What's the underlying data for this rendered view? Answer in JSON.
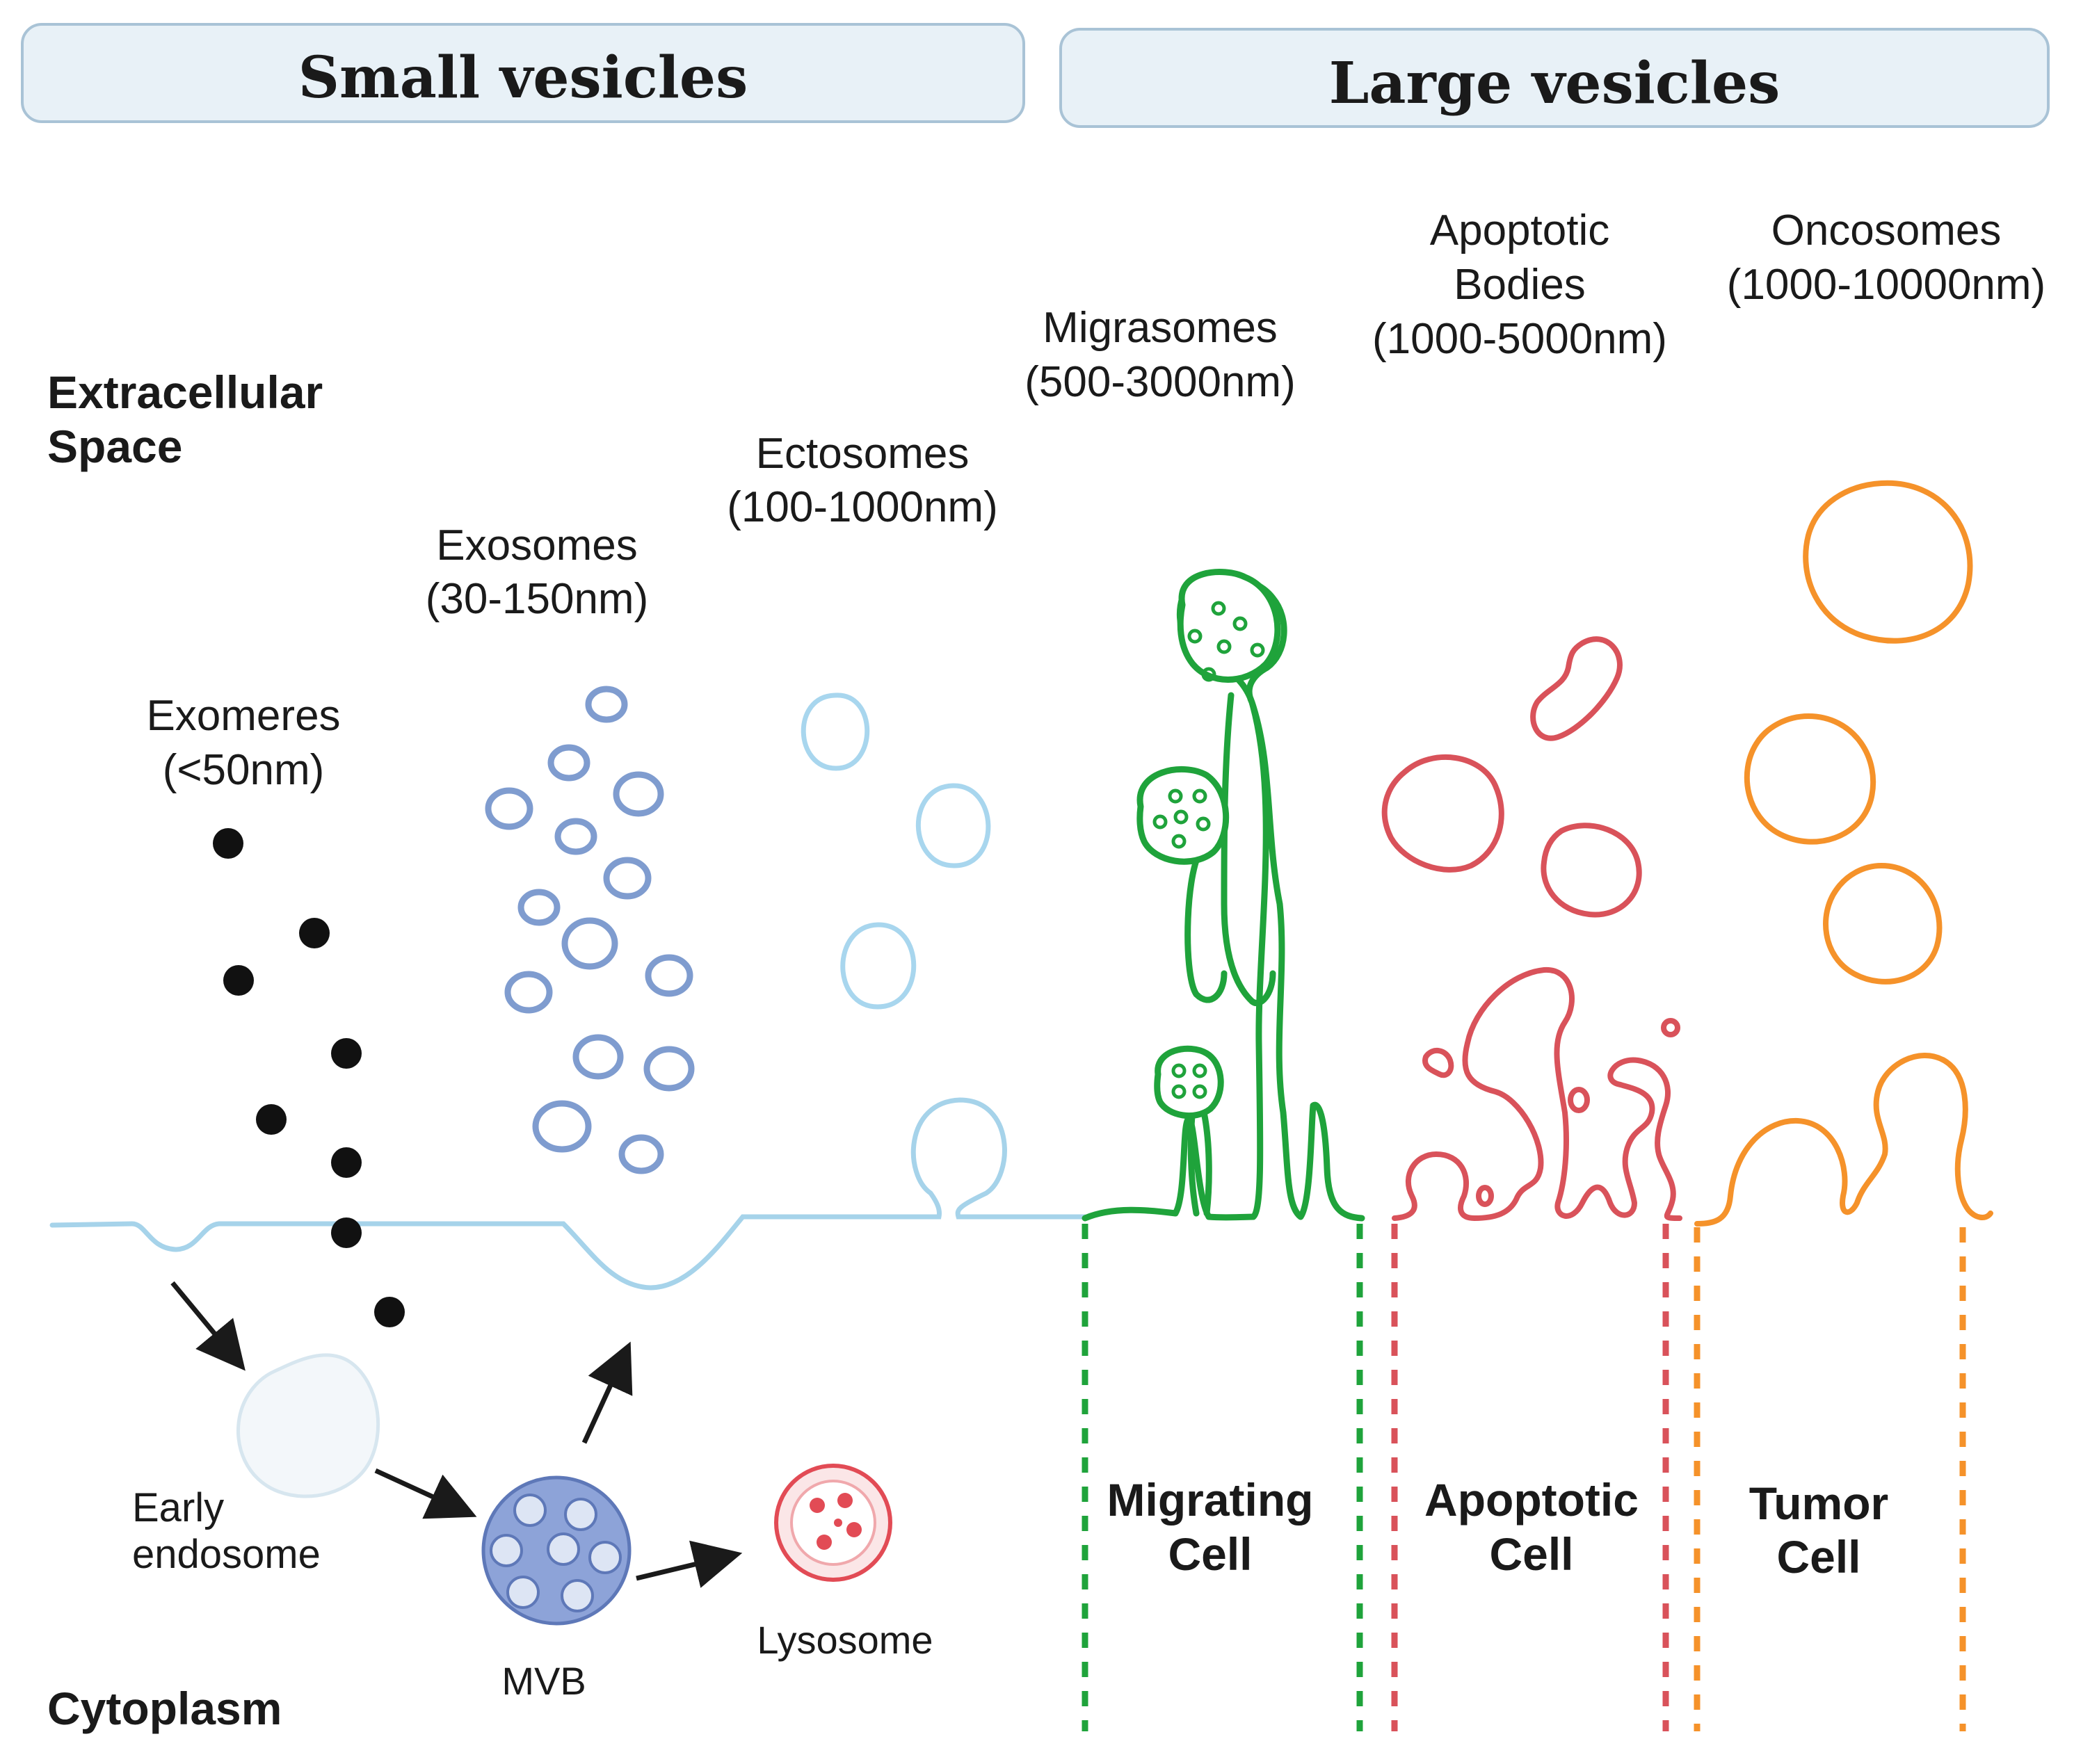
{
  "headers": {
    "small": "Small vesicles",
    "large": "Large vesicles"
  },
  "regions": {
    "extracellular_line1": "Extracellular",
    "extracellular_line2": "Space",
    "cytoplasm": "Cytoplasm"
  },
  "vesicles": {
    "exomeres": {
      "name": "Exomeres",
      "size": "(<50nm)"
    },
    "exosomes": {
      "name": "Exosomes",
      "size": "(30-150nm)"
    },
    "ectosomes": {
      "name": "Ectosomes",
      "size": "(100-1000nm)"
    },
    "migrasomes": {
      "name": "Migrasomes",
      "size": "(500-3000nm)"
    },
    "apoptotic_bodies": {
      "name_line1": "Apoptotic",
      "name_line2": "Bodies",
      "size": "(1000-5000nm)"
    },
    "oncosomes": {
      "name": "Oncosomes",
      "size": "(1000-10000nm)"
    }
  },
  "organelles": {
    "early_endosome_line1": "Early",
    "early_endosome_line2": "endosome",
    "mvb": "MVB",
    "lysosome": "Lysosome"
  },
  "cells": {
    "migrating": {
      "line1": "Migrating",
      "line2": "Cell"
    },
    "apoptotic": {
      "line1": "Apoptotic",
      "line2": "Cell"
    },
    "tumor": {
      "line1": "Tumor",
      "line2": "Cell"
    }
  },
  "colors": {
    "header_fill": "#e8f1f7",
    "header_stroke": "#a9c3d6",
    "membrane": "#a6d3ea",
    "exosome": "#7f9ccf",
    "ectosome": "#a8d6ee",
    "migrasome": "#1fa33b",
    "apoptotic": "#d9525a",
    "oncosome": "#f5922a",
    "mvb_fill": "#8da3d8",
    "lysosome": "#e24b55"
  }
}
